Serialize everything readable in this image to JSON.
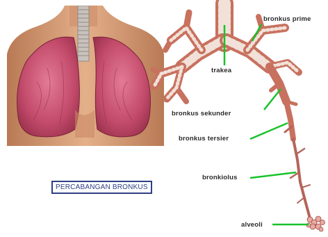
{
  "image": {
    "caption": "PERCABANGAN BRONKUS",
    "labels": {
      "bronkus_prime": "bronkus prime",
      "trakea": "trakea",
      "bronkus_sekunder": "bronkus sekunder",
      "bronkus_tersier": "bronkus tersier",
      "bronkiolus": "bronkiolus",
      "alveoli": "alveoli"
    }
  },
  "colors": {
    "callout_line": "#19c22b",
    "caption_border": "#2e3f86",
    "lung_pink": "#c24a6a",
    "skin": "#d9a07a",
    "bronchi": "#c8715f"
  }
}
